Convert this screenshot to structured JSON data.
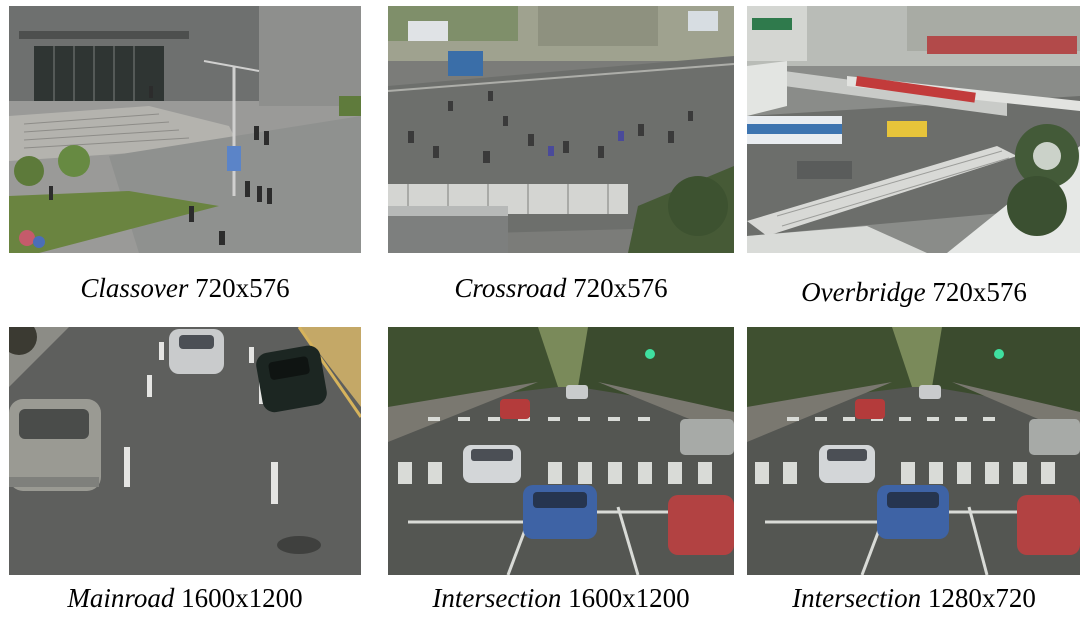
{
  "panels": [
    {
      "name": "Classover",
      "resolution": "720x576"
    },
    {
      "name": "Crossroad",
      "resolution": "720x576"
    },
    {
      "name": "Overbridge",
      "resolution": "720x576"
    },
    {
      "name": "Mainroad",
      "resolution": "1600x1200"
    },
    {
      "name": "Intersection",
      "resolution": "1600x1200"
    },
    {
      "name": "Intersection",
      "resolution": "1280x720"
    }
  ]
}
